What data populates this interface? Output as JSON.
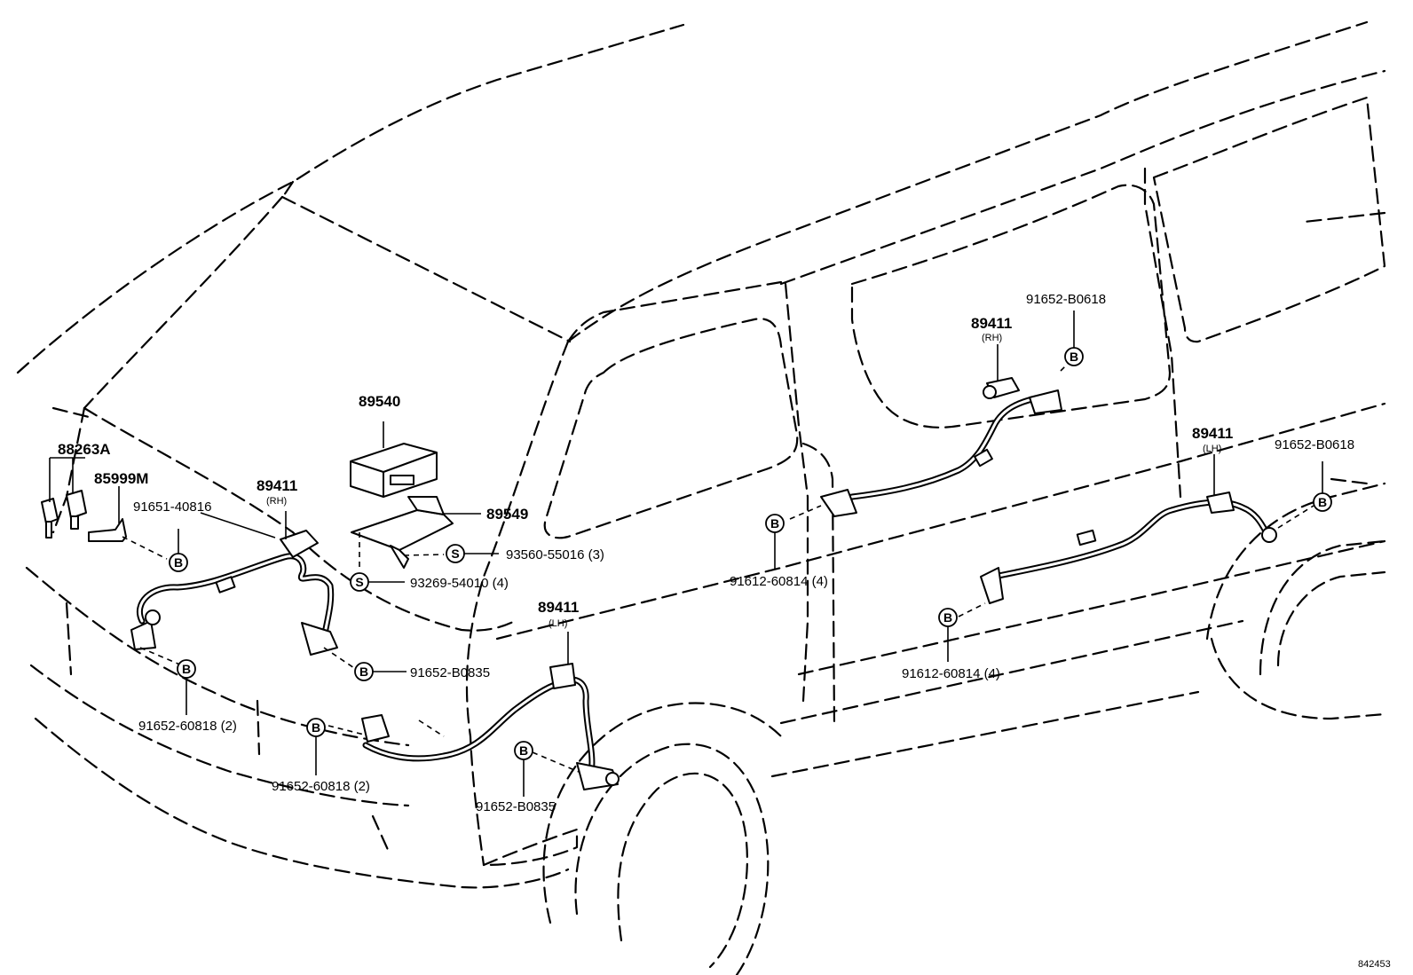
{
  "diagram_id": "842453",
  "symbols": {
    "bolt": "B",
    "screw": "S"
  },
  "parts": {
    "p88263a": "88263A",
    "p85999m": "85999M",
    "p91651_40816": "91651-40816",
    "p89411_front_rh": "89411",
    "p89411_front_rh_side": "(RH)",
    "p89540": "89540",
    "p89549": "89549",
    "p93560": "93560-55016 (3)",
    "p93269": "93269-54010 (4)",
    "p91652_b0835_a": "91652-B0835",
    "p91652_60818_a": "91652-60818 (2)",
    "p91652_60818_b": "91652-60818 (2)",
    "p89411_front_lh": "89411",
    "p89411_front_lh_side": "(LH)",
    "p91652_b0835_b": "91652-B0835",
    "p91612_60814_a": "91612-60814 (4)",
    "p89411_rear_rh": "89411",
    "p89411_rear_rh_side": "(RH)",
    "p91652_b0618_a": "91652-B0618",
    "p89411_rear_lh": "89411",
    "p89411_rear_lh_side": "(LH)",
    "p91652_b0618_b": "91652-B0618",
    "p91612_60814_b": "91612-60814 (4)"
  }
}
